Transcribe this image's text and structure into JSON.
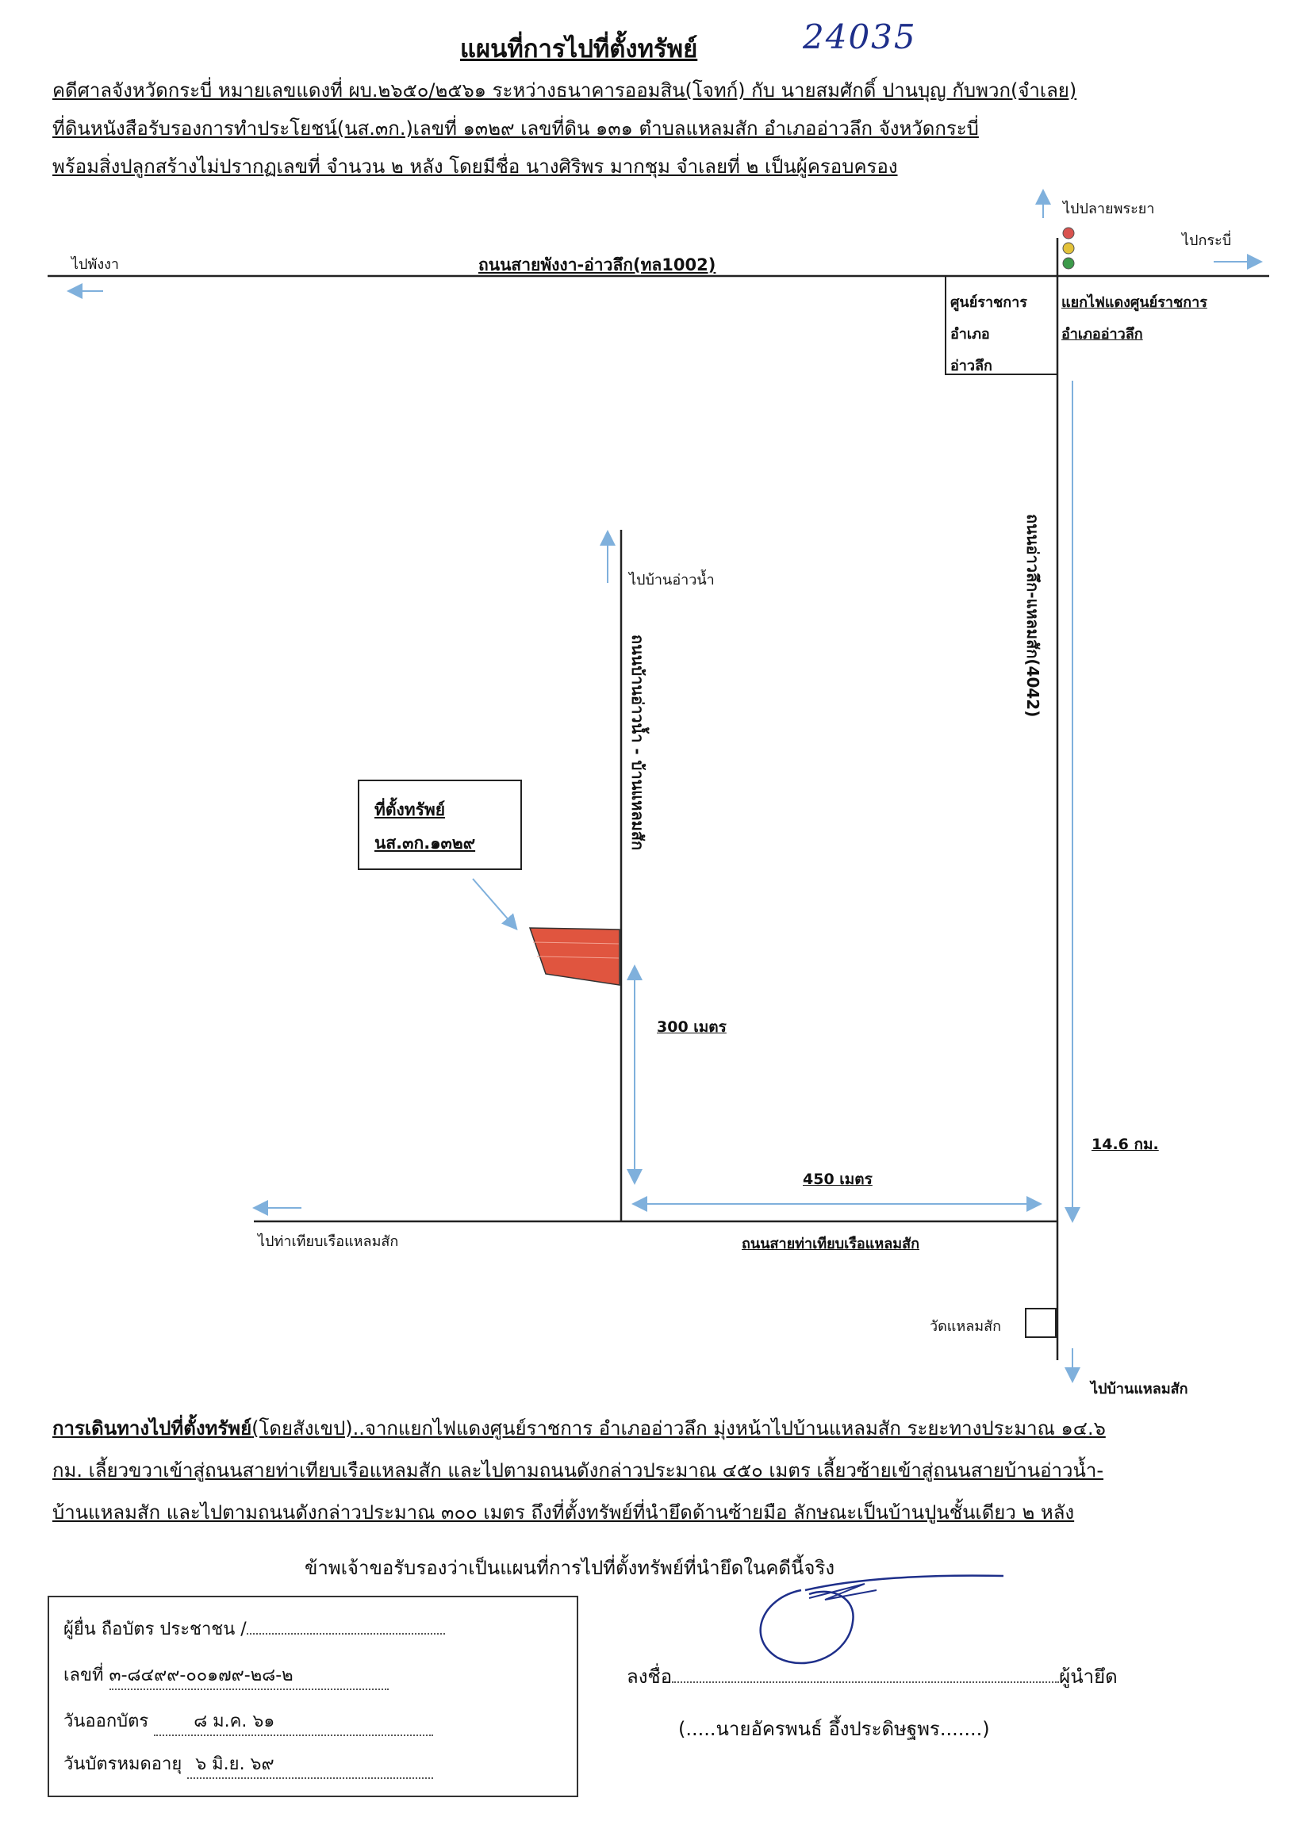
{
  "document": {
    "title": "แผนที่การไปที่ตั้งทรัพย์",
    "handwritten_number": "24035",
    "header_lines": [
      "คดีศาลจังหวัดกระบี่ หมายเลขแดงที่ ผบ.๒๖๕๐/๒๕๖๑ ระหว่างธนาคารออมสิน(โจทก์) กับ นายสมศักดิ์ ปานบุญ กับพวก(จำเลย)",
      "ที่ดินหนังสือรับรองการทำประโยชน์(นส.๓ก.)เลขที่ ๑๓๒๙ เลขที่ดิน ๑๓๑ ตำบลแหลมสัก อำเภออ่าวลึก จังหวัดกระบี่",
      "พร้อมสิ่งปลูกสร้างไม่ปรากฏเลขที่ จำนวน ๒ หลัง โดยมีชื่อ นางศิริพร มากชุม จำเลยที่ ๒ เป็นผู้ครอบครอง"
    ]
  },
  "map": {
    "to_phang_nga": "ไปพังงา",
    "main_road": "ถนนสายพังงา-อ่าวลึก(ทล1002)",
    "to_plai_phraya": "ไปปลายพระยา",
    "to_krabi": "ไปกระบี่",
    "gov_center_lines": [
      "ศูนย์ราชการ",
      "อำเภอ",
      "อ่าวลึก"
    ],
    "junction_lines": [
      "แยกไฟแดงศูนย์ราชการ",
      "อำเภออ่าวลึก"
    ],
    "to_ban_ao_nam": "ไปบ้านอ่าวน้ำ",
    "local_road": "ถนนบ้านอ่าวน้ำ - บ้านแหลมสัก",
    "highway_4042": "ถนนอ่าวลึก-แหลมสัก(4042)",
    "property_label_lines": [
      "ที่ตั้งทรัพย์",
      "นส.๓ก.๑๓๒๙"
    ],
    "dist_300": "300 เมตร",
    "dist_146": "14.6 กม.",
    "dist_450": "450 เมตร",
    "to_pier": "ไปท่าเทียบเรือแหลมสัก",
    "pier_road": "ถนนสายท่าเทียบเรือแหลมสัก",
    "temple": "วัดแหลมสัก",
    "to_ban_laem_sak": "ไปบ้านแหลมสัก",
    "colors": {
      "property_fill": "#e0553f",
      "arrow": "#7fb0dc",
      "traffic_red": "#d9534f",
      "traffic_yellow": "#e3c23a",
      "traffic_green": "#3c9a4a"
    }
  },
  "route": {
    "lead": "การเดินทางไปที่ตั้งทรัพย์",
    "lines": [
      "(โดยสังเขป)..จากแยกไฟแดงศูนย์ราชการ อำเภออ่าวลึก มุ่งหน้าไปบ้านแหลมสัก ระยะทางประมาณ ๑๔.๖",
      "กม. เลี้ยวขวาเข้าสู่ถนนสายท่าเทียบเรือแหลมสัก และไปตามถนนดังกล่าวประมาณ ๔๕๐ เมตร เลี้ยวซ้ายเข้าสู่ถนนสายบ้านอ่าวน้ำ-",
      "บ้านแหลมสัก และไปตามถนนดังกล่าวประมาณ ๓๐๐ เมตร ถึงที่ตั้งทรัพย์ที่นำยึดด้านซ้ายมือ ลักษณะเป็นบ้านปูนชั้นเดียว ๒ หลัง"
    ]
  },
  "certification": "ข้าพเจ้าขอรับรองว่าเป็นแผนที่การไปที่ตั้งทรัพย์ที่นำยึดในคดีนี้จริง",
  "id_card": {
    "applicant": "ผู้ยื่น ถือบัตร ประชาชน /",
    "number_label": "เลขที่",
    "number": "๓-๘๔๙๙-๐๐๑๗๙-๒๘-๒",
    "issue_label": "วันออกบัตร",
    "issue_date": "๘ ม.ค. ๖๑",
    "expiry_label": "วันบัตรหมดอายุ",
    "expiry_date": "๖ มิ.ย. ๖๙"
  },
  "signature": {
    "sign_prefix": "ลงชื่อ",
    "sign_suffix": "ผู้นำยึด",
    "name": "(.....นายอัครพนธ์ อึ้งประดิษฐพร.......)"
  }
}
